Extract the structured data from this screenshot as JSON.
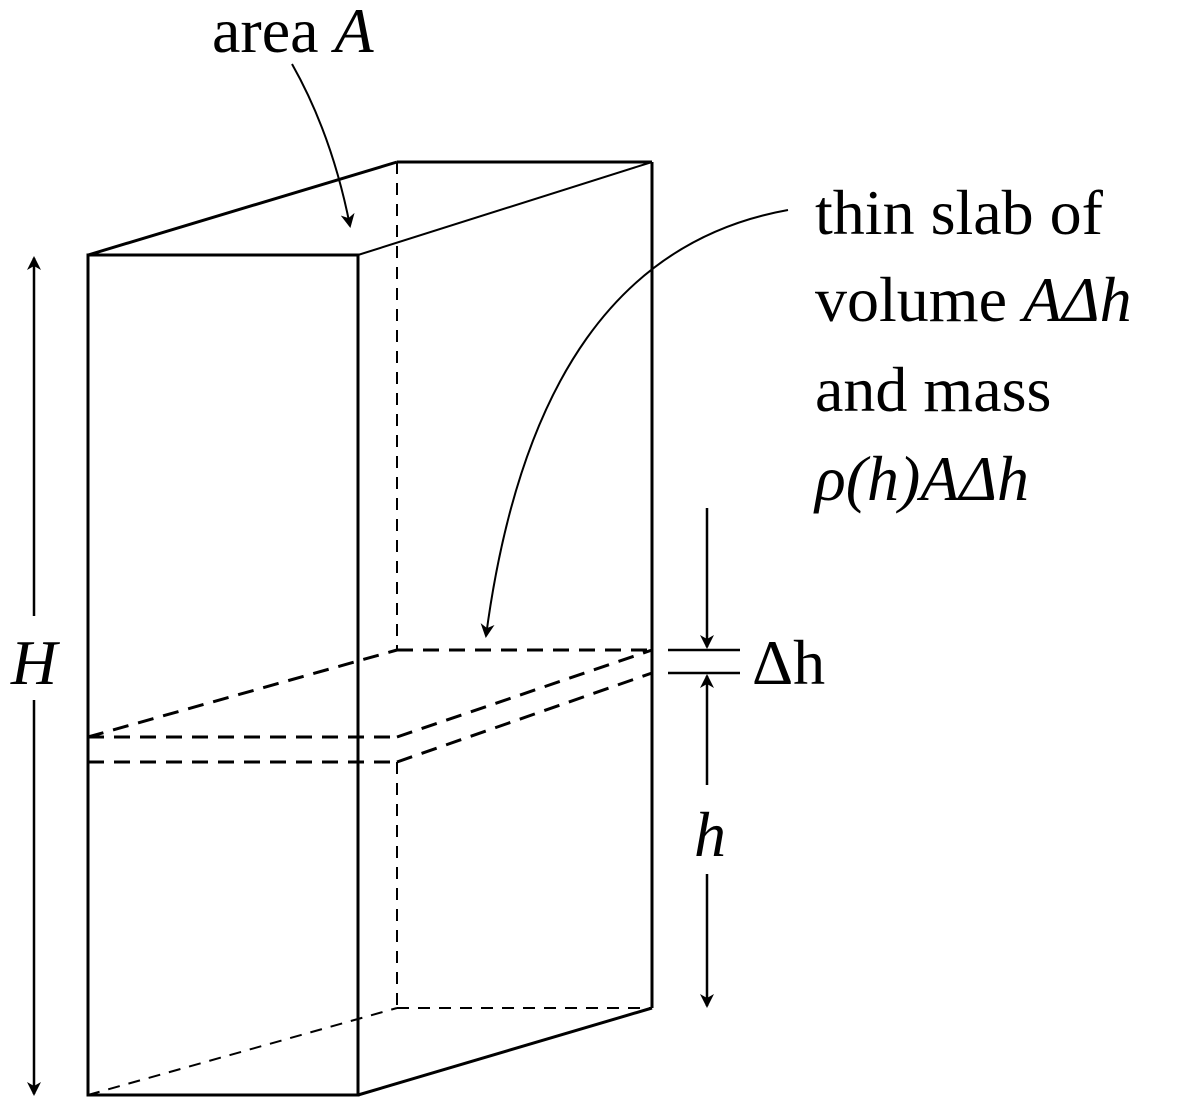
{
  "labels": {
    "area_word": "area",
    "area_var": "A",
    "height_var": "H",
    "slab_line1": "thin slab of",
    "slab_line2_word": "volume",
    "slab_line2_expr": "AΔh",
    "slab_line3": "and mass",
    "slab_line4_expr": "ρ(h)AΔh",
    "delta_h": "Δh",
    "h_var": "h"
  }
}
